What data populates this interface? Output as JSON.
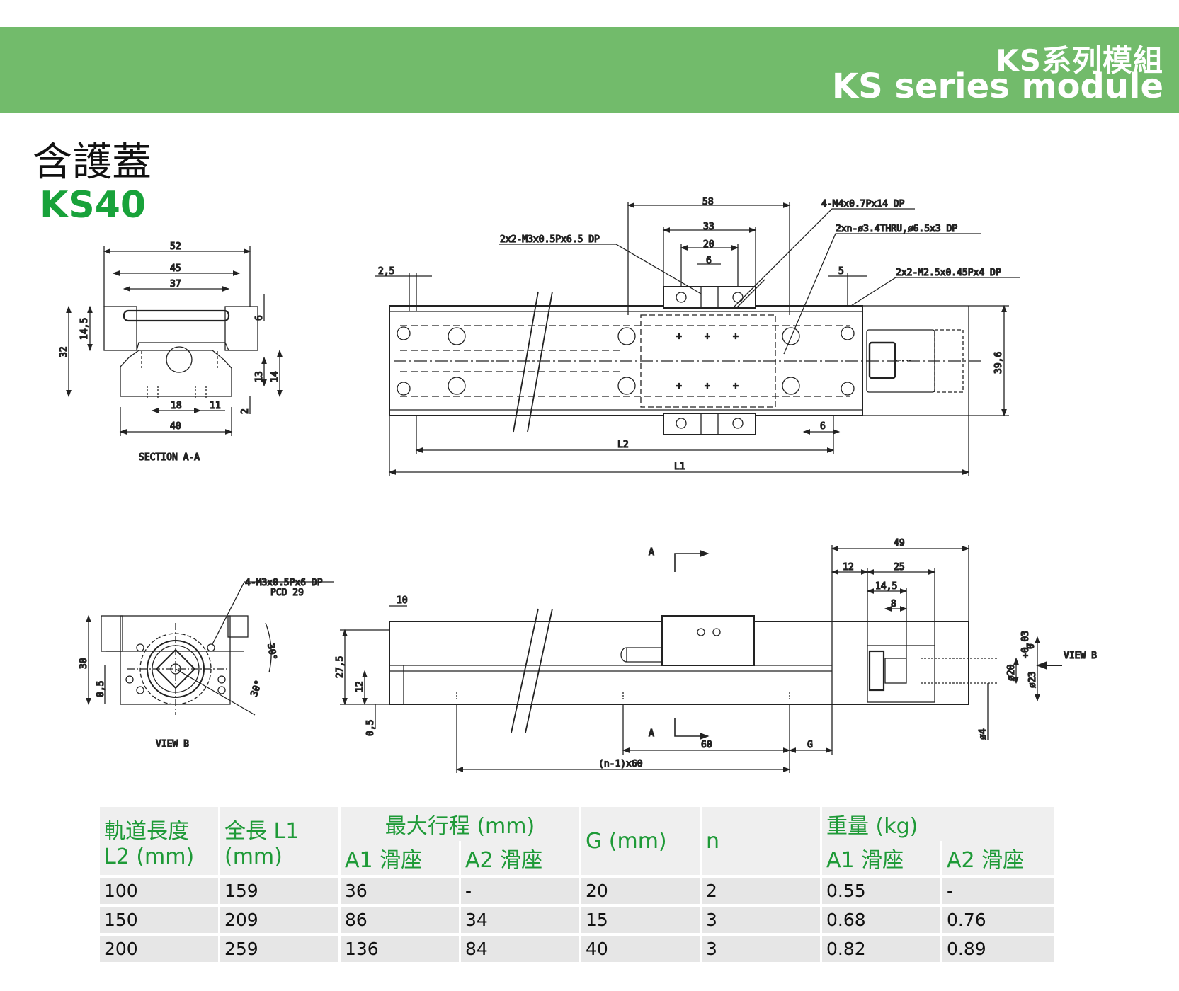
{
  "banner": {
    "title_zh": "KS系列模組",
    "title_en": "KS series module"
  },
  "heading": {
    "cover": "含護蓋",
    "model": "KS40"
  },
  "drawing": {
    "section_a": {
      "dims": [
        "52",
        "45",
        "37",
        "32",
        "14,5",
        "6",
        "13",
        "14",
        "18",
        "11",
        "2",
        "40"
      ],
      "caption": "SECTION A-A"
    },
    "top_view": {
      "dims": [
        "58",
        "33",
        "20",
        "6",
        "2,5",
        "5",
        "39,6",
        "6",
        "L2",
        "L1"
      ],
      "callouts": [
        "4-M4x0.7Px14 DP",
        "2x2-M3x0.5Px6.5 DP",
        "2xn-ø3.4THRU,ø6.5x3 DP",
        "2x2-M2.5x0.45Px4 DP"
      ]
    },
    "view_b": {
      "callout": [
        "4-M3x0.5Px6 DP",
        "PCD 29"
      ],
      "dims": [
        "30",
        "0,5",
        "30°",
        "30°"
      ],
      "caption": "VIEW B"
    },
    "side_view": {
      "dims": [
        "10",
        "27,5",
        "12",
        "0,5",
        "49",
        "12",
        "25",
        "14,5",
        "8",
        "ø20",
        "ø23",
        "+0.03",
        "0",
        "ø4",
        "60",
        "G",
        "(n-1)x60"
      ],
      "section_marks": [
        "A",
        "A"
      ],
      "view_label": "VIEW B"
    }
  },
  "table": {
    "headers": {
      "l2": [
        "軌道長度",
        "L2 (mm)"
      ],
      "l1": [
        "全長 L1",
        "(mm)"
      ],
      "stroke": "最大行程 (mm)",
      "stroke_a1": "A1 滑座",
      "stroke_a2": "A2 滑座",
      "g": "G (mm)",
      "n": "n",
      "weight": "重量 (kg)",
      "weight_a1": "A1 滑座",
      "weight_a2": "A2 滑座"
    },
    "rows": [
      [
        "100",
        "159",
        "36",
        "-",
        "20",
        "2",
        "0.55",
        "-"
      ],
      [
        "150",
        "209",
        "86",
        "34",
        "15",
        "3",
        "0.68",
        "0.76"
      ],
      [
        "200",
        "259",
        "136",
        "84",
        "40",
        "3",
        "0.82",
        "0.89"
      ]
    ]
  }
}
